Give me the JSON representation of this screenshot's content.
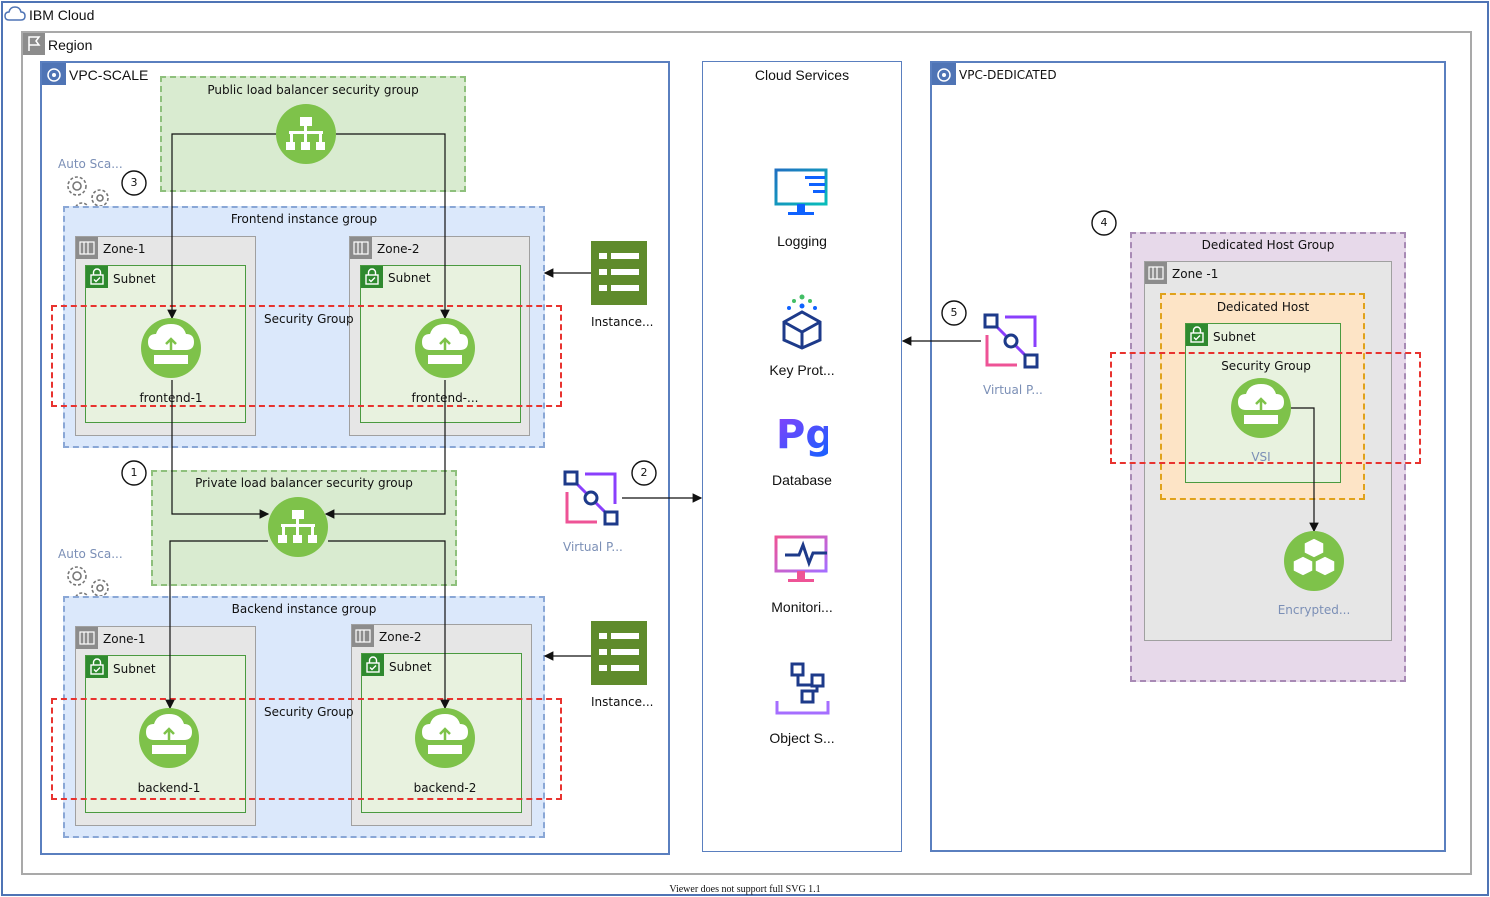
{
  "ibm_cloud": {
    "label": "IBM Cloud"
  },
  "region": {
    "label": "Region"
  },
  "vpc_scale": {
    "label": "VPC-SCALE",
    "public_lb_group": "Public load balancer security group",
    "private_lb_group": "Private load balancer security group",
    "auto_scale_1": "Auto Sca...",
    "auto_scale_2": "Auto Sca...",
    "frontend_group": "Frontend instance group",
    "backend_group": "Backend instance group",
    "zone1": "Zone-1",
    "zone2": "Zone-2",
    "subnet": "Subnet",
    "security_group": "Security Group",
    "frontend1": "frontend-1",
    "frontend2": "frontend-...",
    "backend1": "backend-1",
    "backend2": "backend-2",
    "instance_template_1": "Instance...",
    "instance_template_2": "Instance..."
  },
  "markers": {
    "m1": "1",
    "m2": "2",
    "m3": "3",
    "m4": "4",
    "m5": "5"
  },
  "virtual_private_1": "Virtual P...",
  "virtual_private_2": "Virtual P...",
  "cloud_services": {
    "title": "Cloud Services",
    "items": [
      "Logging",
      "Key Prot...",
      "Database",
      "Monitori...",
      "Object S..."
    ]
  },
  "vpc_dedicated": {
    "label": "VPC-DEDICATED",
    "host_group": "Dedicated Host Group",
    "zone": "Zone -1",
    "dedicated_host": "Dedicated Host",
    "subnet": "Subnet",
    "security_group": "Security Group",
    "vsi": "VSI",
    "encrypted": "Encrypted..."
  },
  "footer": "Viewer does not support full SVG 1.1",
  "colors": {
    "green_icon": "#7ec24a",
    "olive_icon": "#5f8b2c",
    "blue_border": "#5a7fbf",
    "red_dash": "#e8332f",
    "green_zone_fill": "#d9ebd0",
    "blue_zone_fill": "#dbe8fb",
    "purple_fill": "#e7d9ea",
    "orange_fill": "#fde4c6"
  }
}
